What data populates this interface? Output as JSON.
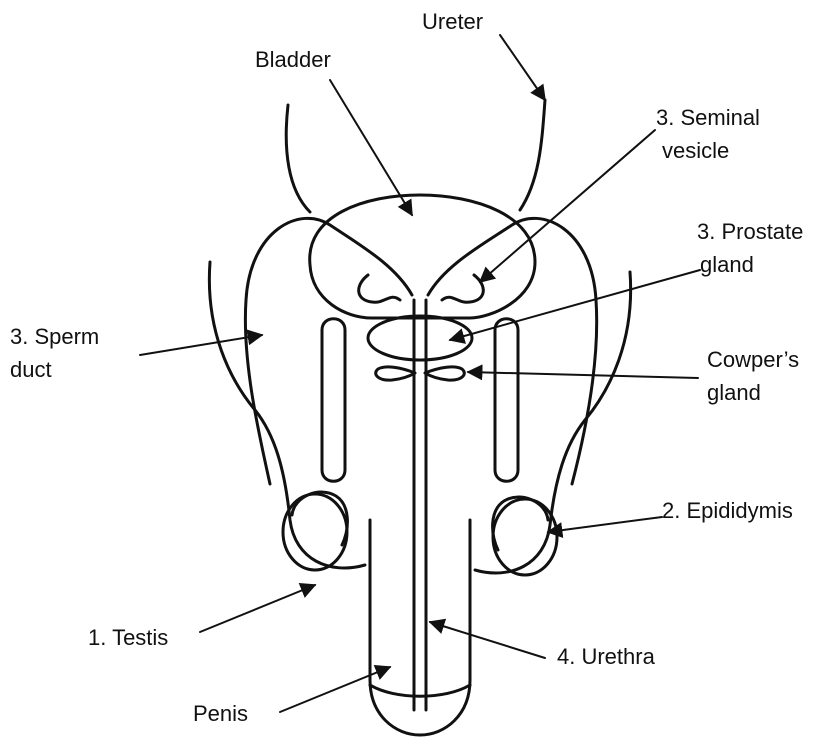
{
  "labels": {
    "ureter": "Ureter",
    "bladder": "Bladder",
    "seminal_vesicle_1": "3. Seminal",
    "seminal_vesicle_2": "vesicle",
    "prostate_1": "3. Prostate",
    "prostate_2": "gland",
    "sperm_duct_1": "3. Sperm",
    "sperm_duct_2": "duct",
    "cowpers_1": "Cowper’s",
    "cowpers_2": "gland",
    "epididymis": "2. Epididymis",
    "testis": "1. Testis",
    "urethra": "4. Urethra",
    "penis": "Penis"
  }
}
